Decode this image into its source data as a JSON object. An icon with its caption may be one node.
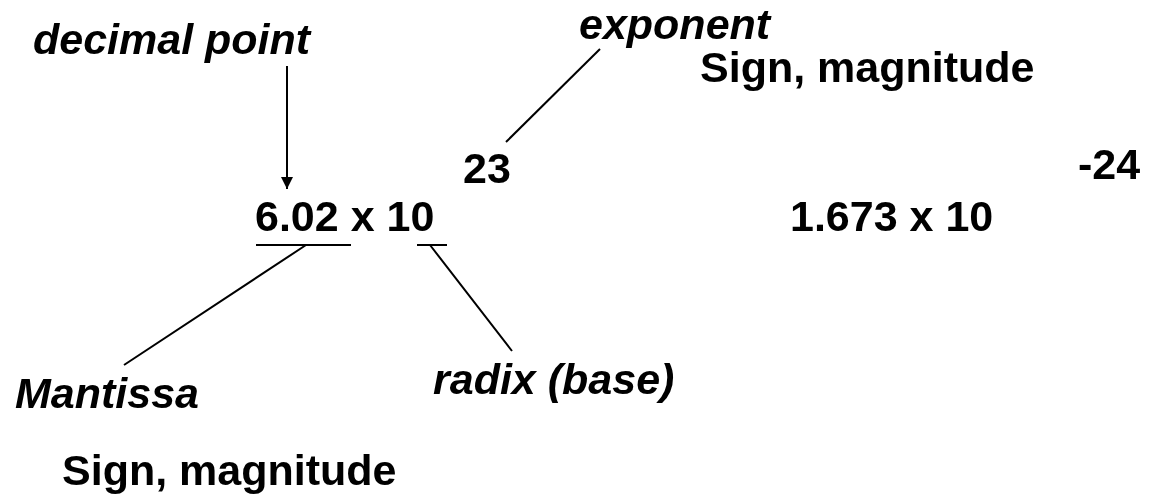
{
  "diagram": {
    "nodes": [
      {
        "text": [
          "decimal point"
        ]
      },
      {
        "text": [
          "exponent"
        ]
      },
      {
        "text": [
          "Sign, magnitude"
        ]
      },
      {
        "text": [
          "23"
        ]
      },
      {
        "text": [
          "6.02 x 10"
        ]
      },
      {
        "text": [
          "1.673 x 10"
        ]
      },
      {
        "text": [
          "-24"
        ]
      },
      {
        "text": [
          "Mantissa"
        ]
      },
      {
        "text": [
          "radix (base)"
        ]
      },
      {
        "text": [
          "Sign, magnitude"
        ]
      }
    ],
    "edges": [
      {
        "from": 0,
        "to": 4,
        "arrow": "to"
      },
      {
        "from": 1,
        "to": 3,
        "arrow": "none"
      },
      {
        "from": 7,
        "to": 4,
        "arrow": "none"
      },
      {
        "from": 8,
        "to": 4,
        "arrow": "none"
      }
    ]
  }
}
